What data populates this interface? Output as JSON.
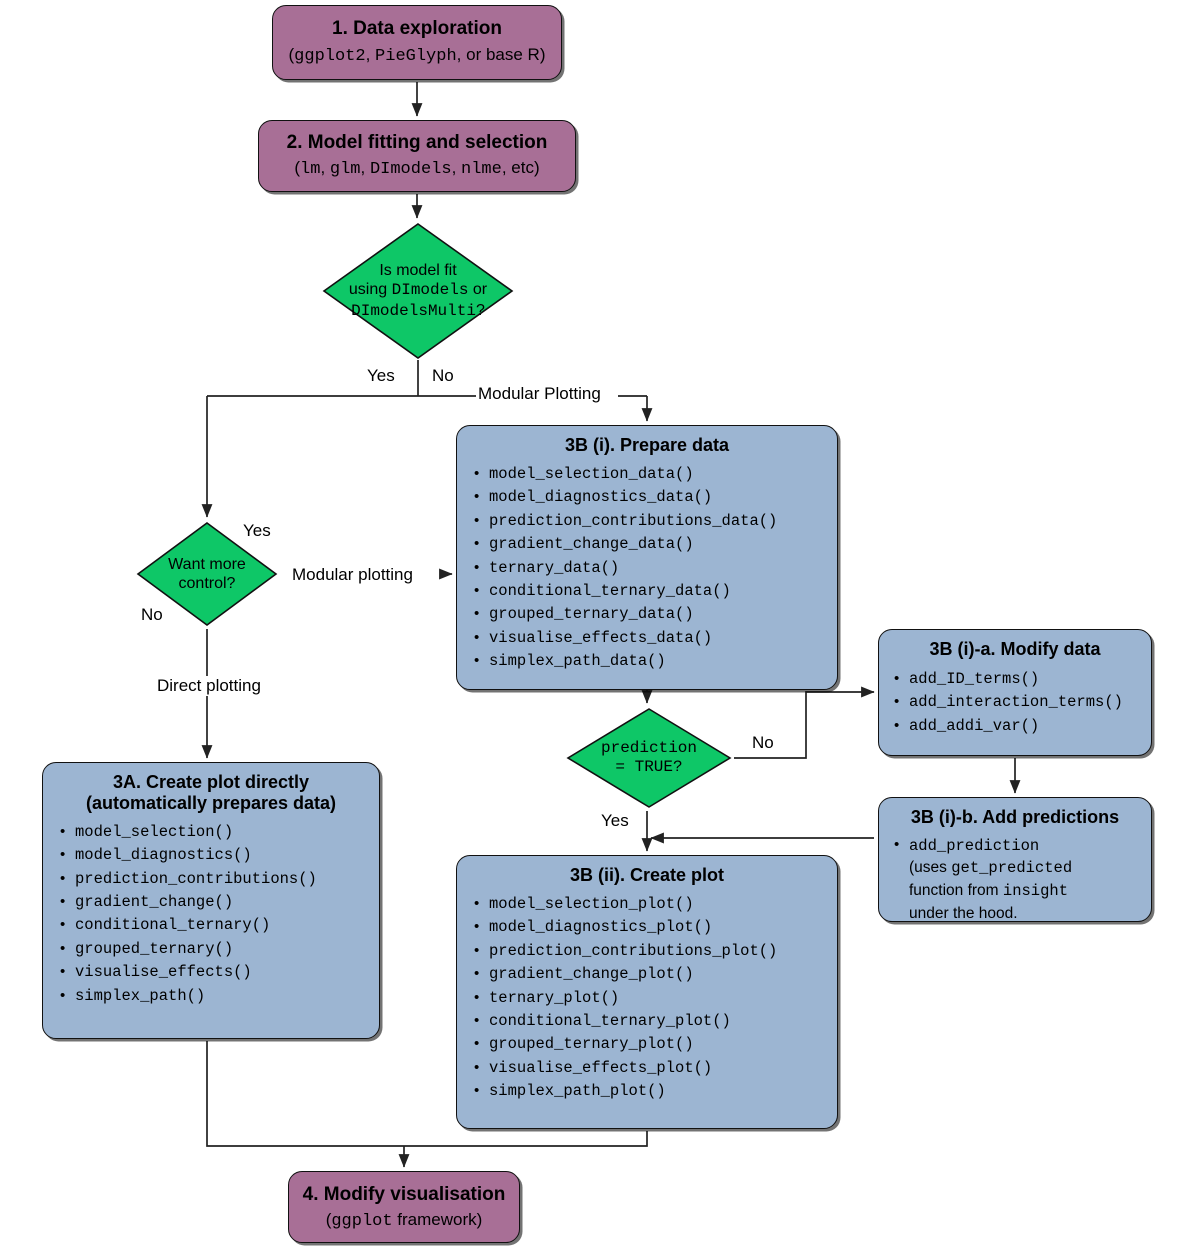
{
  "diagram": {
    "title": "DImodelsVis workflow flowchart",
    "colors": {
      "purple": "#a86f96",
      "blue": "#9cb5d2",
      "green": "#0ec767",
      "line": "#222222"
    }
  },
  "nodes": {
    "step1": {
      "title": "1. Data exploration",
      "sub_pre": "(",
      "sub_a": "ggplot2",
      "sub_mid": ", ",
      "sub_b": "PieGlyph",
      "sub_post": ", or base R)"
    },
    "step2": {
      "title": "2. Model fitting and selection",
      "sub_pre": "(",
      "sub_a": "lm",
      "sub_mid": ", ",
      "sub_b": "glm",
      "sub_mid2": ", ",
      "sub_c": "DImodels",
      "sub_mid3": ", ",
      "sub_d": "nlme",
      "sub_post": ", etc)"
    },
    "decision1": {
      "line1": "Is model fit",
      "line2_pre": "using ",
      "line2_code": "DImodels",
      "line2_post": " or",
      "line3_code": "DImodelsMulti",
      "line3_post": "?"
    },
    "decision2": {
      "line1": "Want more",
      "line2": "control?"
    },
    "decision3": {
      "line1": "prediction",
      "line2": "= TRUE?"
    },
    "step3bi": {
      "title": "3B (i). Prepare data",
      "items": [
        "model_selection_data()",
        "model_diagnostics_data()",
        "prediction_contributions_data()",
        "gradient_change_data()",
        "ternary_data()",
        "conditional_ternary_data()",
        "grouped_ternary_data()",
        "visualise_effects_data()",
        "simplex_path_data()"
      ]
    },
    "step3bia": {
      "title": "3B (i)-a. Modify data",
      "items": [
        "add_ID_terms()",
        "add_interaction_terms()",
        "add_addi_var()"
      ]
    },
    "step3bib": {
      "title": "3B (i)-b. Add predictions",
      "bullet_code": "add_prediction",
      "line2_pre": "(uses ",
      "line2_code": "get_predicted",
      "line3_pre": "function from ",
      "line3_code": "insight",
      "line4": "under the hood."
    },
    "step3a": {
      "title_line1": "3A. Create plot directly",
      "title_line2": "(automatically prepares data)",
      "items": [
        "model_selection()",
        "model_diagnostics()",
        "prediction_contributions()",
        "gradient_change()",
        "conditional_ternary()",
        "grouped_ternary()",
        "visualise_effects()",
        "simplex_path()"
      ]
    },
    "step3bii": {
      "title": "3B (ii). Create plot",
      "items": [
        "model_selection_plot()",
        "model_diagnostics_plot()",
        "prediction_contributions_plot()",
        "gradient_change_plot()",
        "ternary_plot()",
        "conditional_ternary_plot()",
        "grouped_ternary_plot()",
        "visualise_effects_plot()",
        "simplex_path_plot()"
      ]
    },
    "step4": {
      "title": "4. Modify visualisation",
      "sub_pre": "(",
      "sub_a": "ggplot",
      "sub_post": " framework)"
    }
  },
  "edge_labels": {
    "yes1": "Yes",
    "no1": "No",
    "modular_plotting_caps": "Modular Plotting",
    "yes2": "Yes",
    "no2": "No",
    "modular_plotting": "Modular plotting",
    "direct_plotting": "Direct plotting",
    "no3": "No",
    "yes3": "Yes"
  }
}
